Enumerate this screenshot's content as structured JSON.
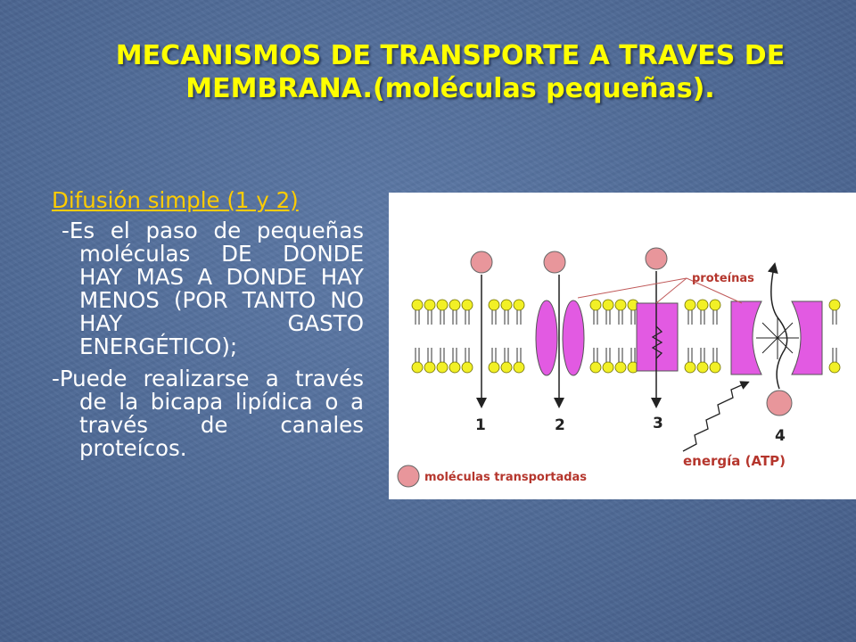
{
  "slide": {
    "title_line1": "MECANISMOS DE TRANSPORTE A TRAVES DE",
    "title_line2": "MEMBRANA.(moléculas pequeñas).",
    "subtitle": "Difusión simple (1 y 2)",
    "paragraph1": "-Es el paso de pequeñas moléculas DE DONDE HAY MAS A DONDE HAY MENOS (POR TANTO NO HAY GASTO ENERGÉTICO);",
    "paragraph2": "-Puede realizarse a través de la bicapa lipídica o a través de canales proteícos."
  },
  "diagram": {
    "label_proteins": "proteínas",
    "label_energy": "energía (ATP)",
    "legend_text": "moléculas transportadas",
    "numbers": [
      "1",
      "2",
      "3",
      "4"
    ],
    "colors": {
      "molecule_fill": "#e8969b",
      "protein_fill": "#e25ae2",
      "lipid_head": "#f2f026",
      "label_text": "#b5362d"
    }
  }
}
